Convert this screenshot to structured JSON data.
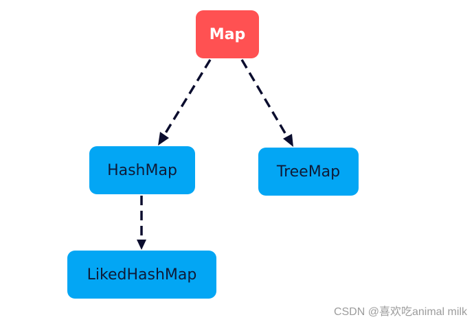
{
  "nodes": {
    "root": {
      "label": "Map"
    },
    "hashmap": {
      "label": "HashMap"
    },
    "treemap": {
      "label": "TreeMap"
    },
    "linked": {
      "label": "LikedHashMap"
    }
  },
  "colors": {
    "root": "#ff5152",
    "child": "#03a6f4",
    "edge": "#0b0d2e",
    "child_text": "#0f1a36"
  },
  "watermark": "CSDN @喜欢吃animal milk"
}
